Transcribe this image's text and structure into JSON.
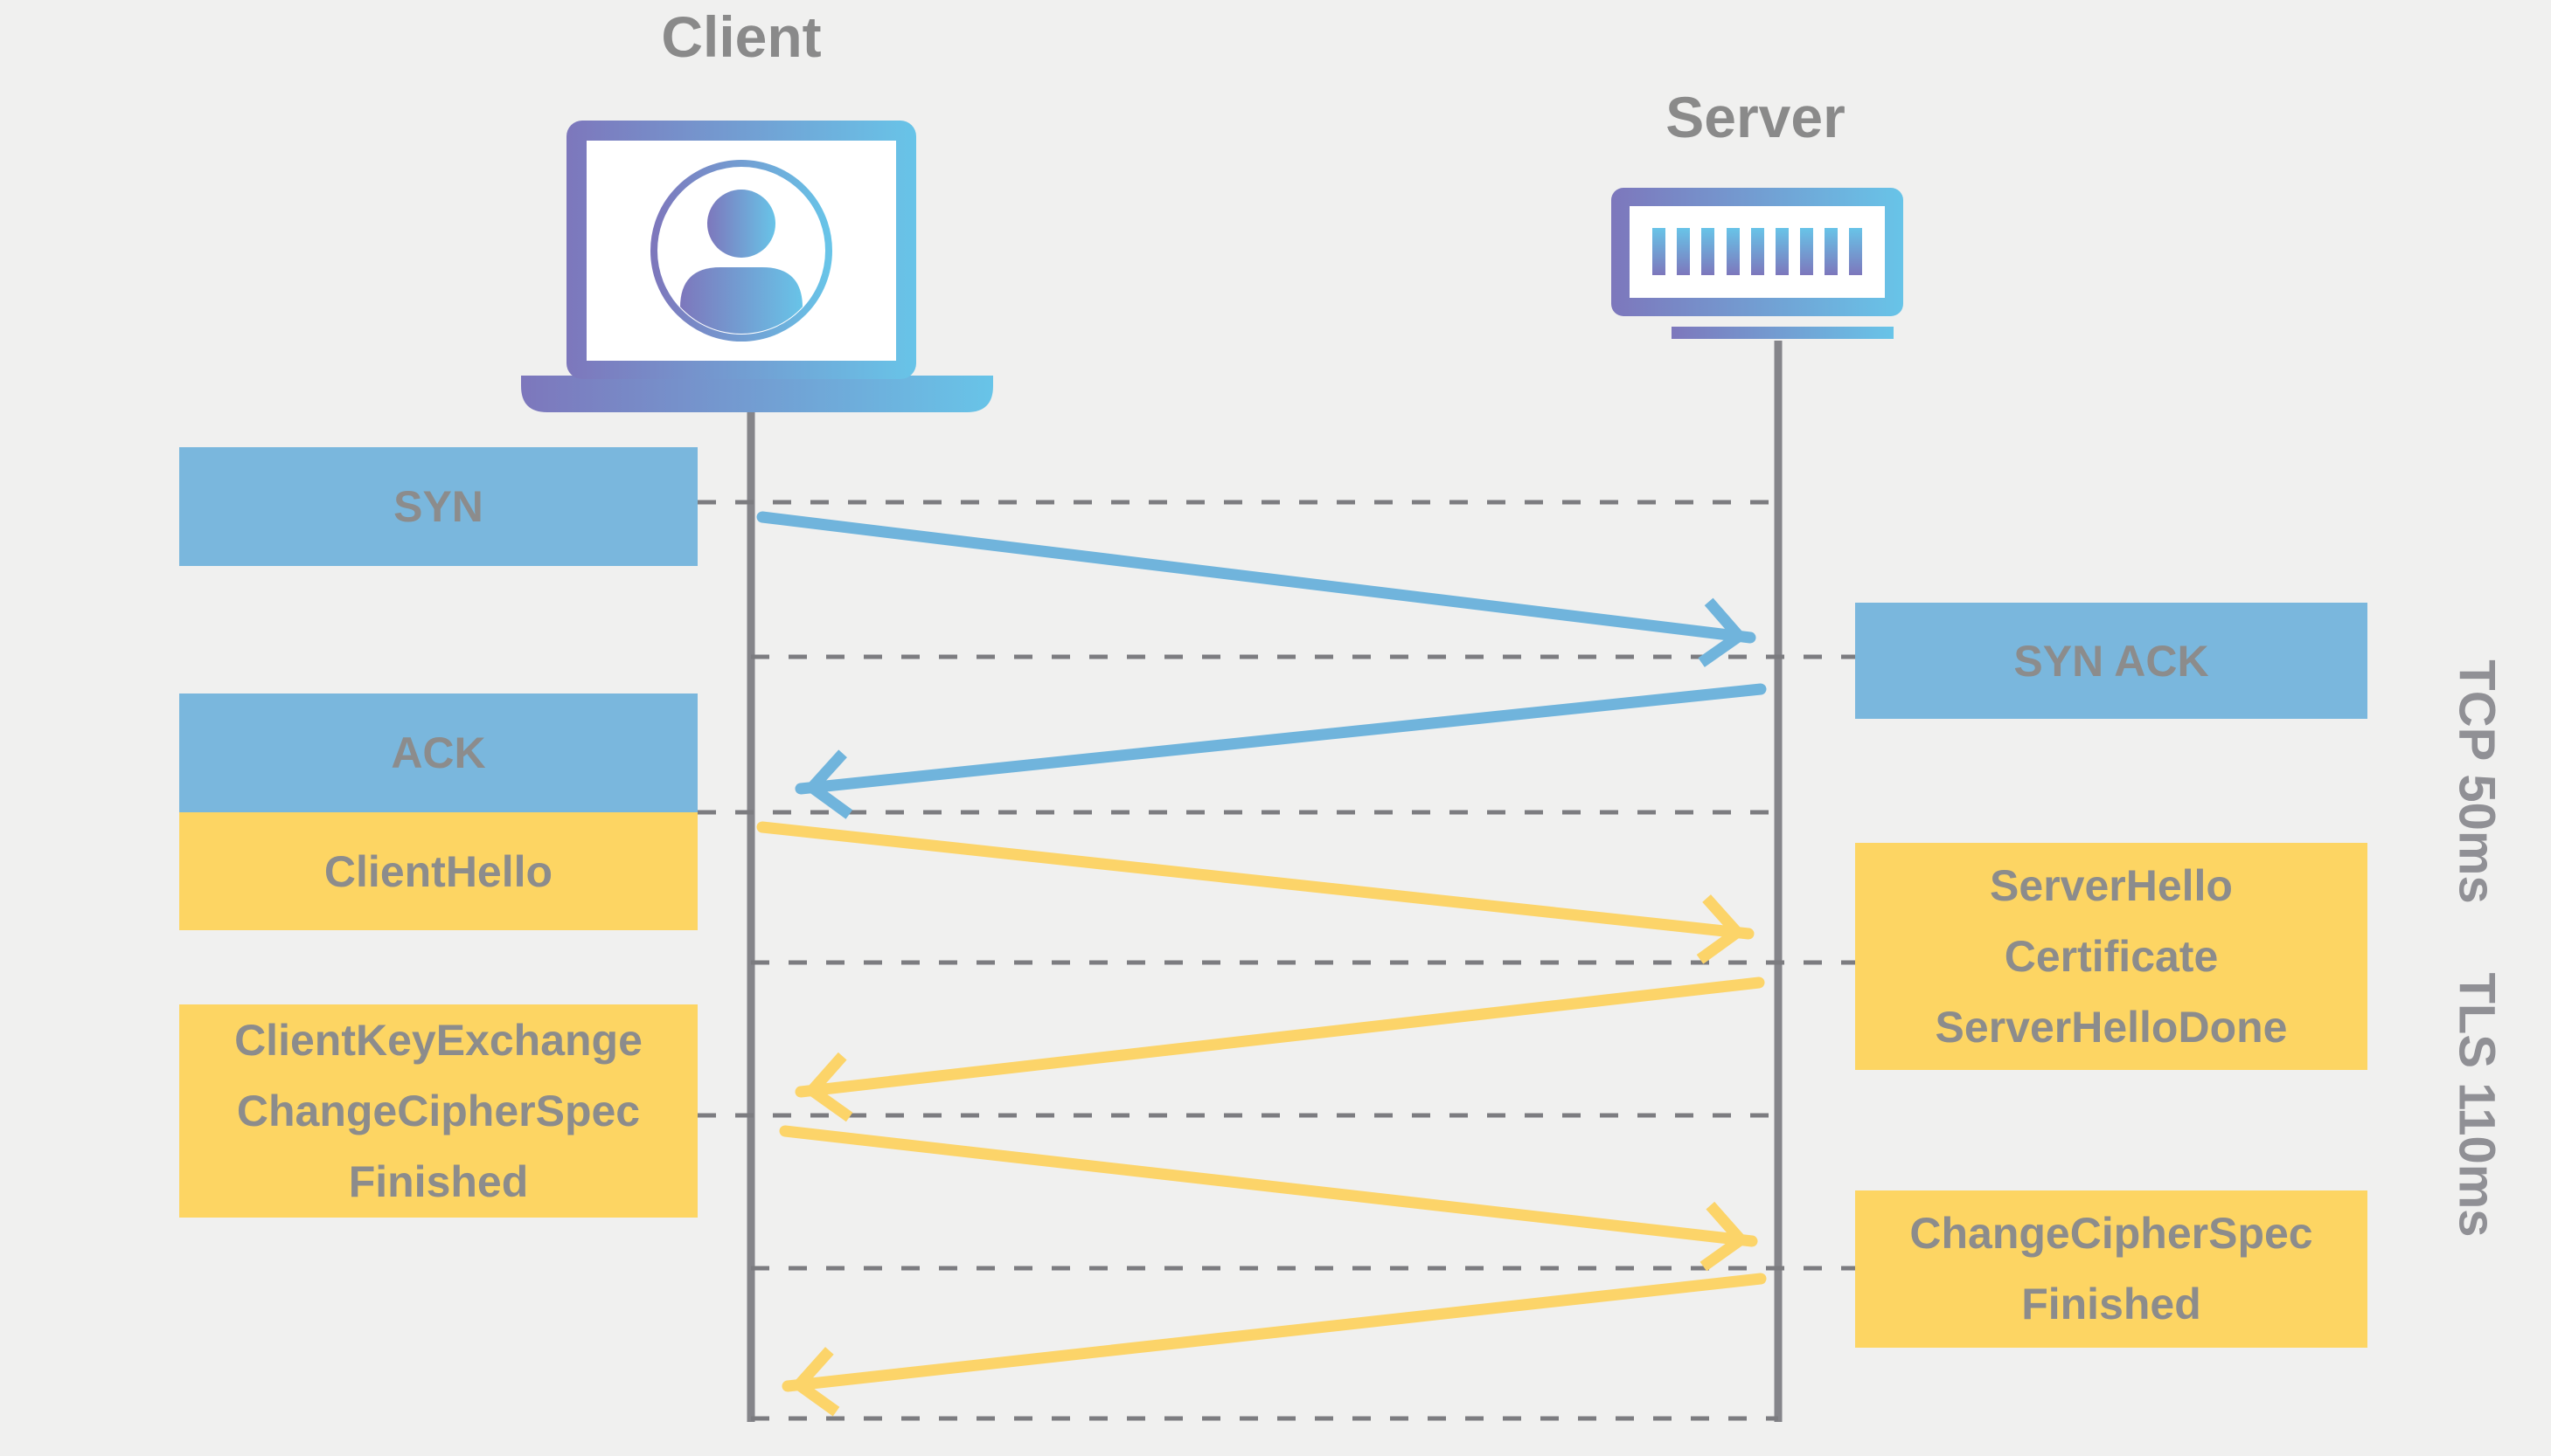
{
  "diagram": {
    "client": {
      "label": "Client"
    },
    "server": {
      "label": "Server"
    },
    "left_messages": [
      {
        "protocol": "tcp",
        "lines": [
          "SYN"
        ]
      },
      {
        "protocol": "tcp",
        "lines": [
          "ACK"
        ]
      },
      {
        "protocol": "tls",
        "lines": [
          "ClientHello"
        ]
      },
      {
        "protocol": "tls",
        "lines": [
          "ClientKeyExchange",
          "ChangeCipherSpec",
          "Finished"
        ]
      }
    ],
    "right_messages": [
      {
        "protocol": "tcp",
        "lines": [
          "SYN ACK"
        ]
      },
      {
        "protocol": "tls",
        "lines": [
          "ServerHello",
          "Certificate",
          "ServerHelloDone"
        ]
      },
      {
        "protocol": "tls",
        "lines": [
          "ChangeCipherSpec",
          "Finished"
        ]
      }
    ],
    "phases": [
      {
        "protocol": "TCP",
        "duration": "50ms"
      },
      {
        "protocol": "TLS",
        "duration": "110ms"
      }
    ],
    "colors": {
      "background": "#f0f0ef",
      "tcp_box": "#7ab7dd",
      "tls_box": "#fdd563",
      "arrow_blue": "#70b4dc",
      "arrow_yellow": "#fcd469",
      "text_gray": "#8a8a8a",
      "line_gray": "#85858a",
      "gradient_purple": "#7d77bc",
      "gradient_blue": "#68c4e8"
    }
  }
}
